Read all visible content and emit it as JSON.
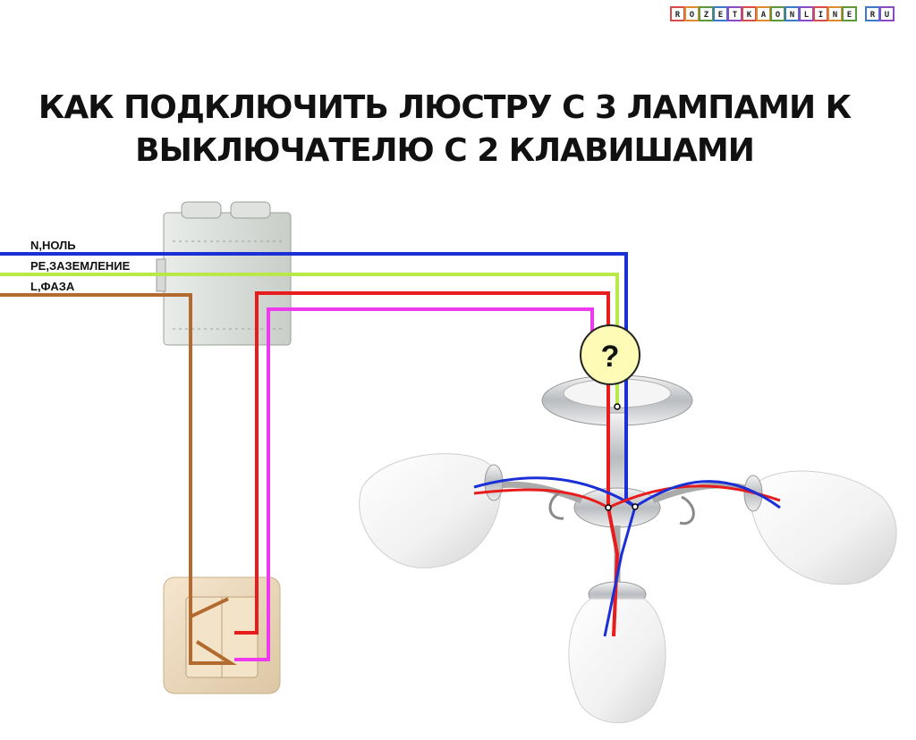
{
  "title": {
    "line1": "КАК ПОДКЛЮЧИТЬ ЛЮСТРУ С 3 ЛАМПАМИ К",
    "line2": "ВЫКЛЮЧАТЕЛЮ С 2 КЛАВИШАМИ"
  },
  "logo": {
    "letters": [
      "R",
      "O",
      "Z",
      "E",
      "T",
      "K",
      "A",
      "O",
      "N",
      "L",
      "I",
      "N",
      "E",
      "R",
      "U"
    ]
  },
  "wires": {
    "neutral": {
      "label": "N,НОЛЬ",
      "color": "#1a2fd6"
    },
    "ground": {
      "label": "PE,ЗАЗЕМЛЕНИЕ",
      "color": "#b8e84a"
    },
    "phase": {
      "label": "L,ФАЗА",
      "color": "#b36a2e"
    },
    "switched1": {
      "color": "#e81c1c"
    },
    "switched2": {
      "color": "#ee3aee"
    }
  },
  "junction_mark": "?"
}
